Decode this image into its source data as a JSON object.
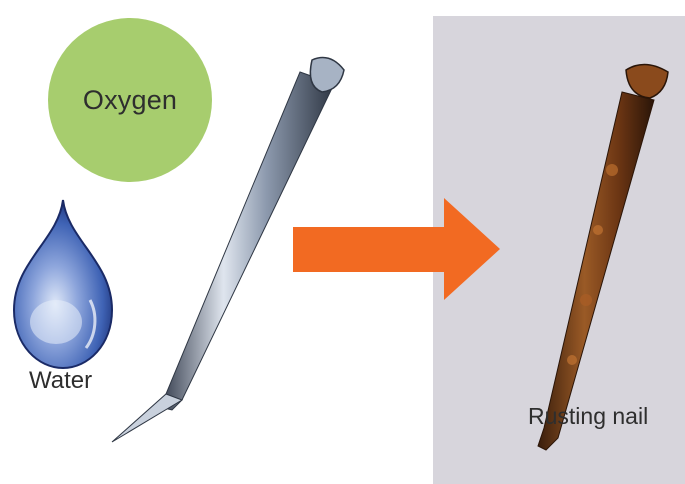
{
  "labels": {
    "oxygen": "Oxygen",
    "water": "Water",
    "rusting_nail": "Rusting nail"
  },
  "colors": {
    "oxygen_circle": "#a7cd6e",
    "arrow": "#f26a22",
    "rust_panel_bg": "#d7d5dc",
    "water_drop": "#3f63b5",
    "nail_metal": "#8d9aae",
    "rust": "#7a3f16"
  },
  "icons": {
    "water": "water-drop-icon",
    "arrow": "arrow-right-icon"
  }
}
